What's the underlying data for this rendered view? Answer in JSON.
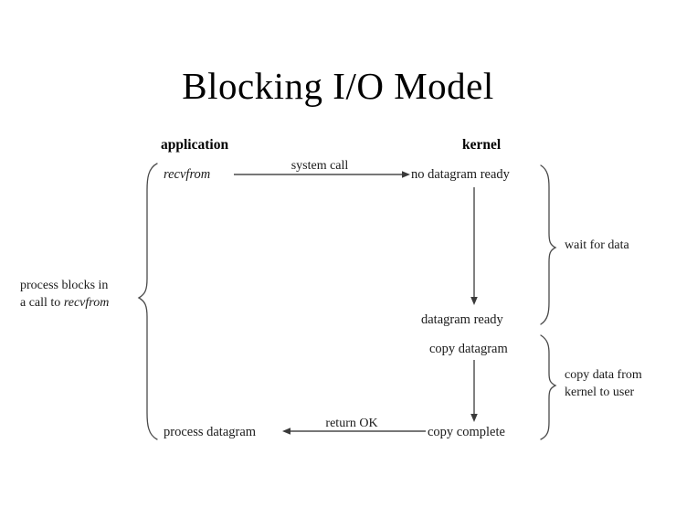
{
  "page": {
    "title": "Blocking I/O Model",
    "background_color": "#ffffff",
    "ink_color": "#1a1a1a",
    "line_color": "#4a4a4a"
  },
  "columns": {
    "left_header": "application",
    "right_header": "kernel"
  },
  "nodes": {
    "recvfrom": "recvfrom",
    "no_datagram_ready": "no datagram ready",
    "datagram_ready": "datagram ready",
    "copy_datagram": "copy datagram",
    "copy_complete": "copy complete",
    "process_datagram": "process datagram"
  },
  "edges": {
    "system_call": "system call",
    "return_ok": "return OK"
  },
  "annotations": {
    "wait_for_data": "wait for data",
    "copy_data_line1": "copy data from",
    "copy_data_line2": "kernel to user",
    "process_blocks_line1": "process blocks in",
    "process_blocks_line2_prefix": "a call to ",
    "process_blocks_line2_italic": "recvfrom"
  },
  "diagram": {
    "type": "sequence-diagram",
    "description": "Blocking I/O model: application issues recvfrom system call to kernel; kernel has no datagram ready and the process blocks while waiting for data; once the datagram is ready the kernel copies the datagram to user space; on copy complete it returns OK and the application processes the datagram.",
    "lanes": [
      "application",
      "kernel"
    ],
    "steps": [
      {
        "from": "application",
        "to": "kernel",
        "label": "system call",
        "source_node": "recvfrom",
        "target_node": "no datagram ready",
        "direction": "right"
      },
      {
        "from": "kernel",
        "to": "kernel",
        "label": "",
        "source_node": "no datagram ready",
        "target_node": "datagram ready",
        "direction": "down",
        "phase": "wait for data"
      },
      {
        "from": "kernel",
        "to": "kernel",
        "label": "",
        "source_node": "copy datagram",
        "target_node": "copy complete",
        "direction": "down",
        "phase": "copy data from kernel to user"
      },
      {
        "from": "kernel",
        "to": "application",
        "label": "return OK",
        "source_node": "copy complete",
        "target_node": "process datagram",
        "direction": "left"
      }
    ],
    "braces": [
      {
        "side": "left",
        "label": "process blocks in a call to recvfrom",
        "spans": [
          "recvfrom",
          "process datagram"
        ]
      },
      {
        "side": "right",
        "label": "wait for data",
        "spans": [
          "no datagram ready",
          "datagram ready"
        ]
      },
      {
        "side": "right",
        "label": "copy data from kernel to user",
        "spans": [
          "copy datagram",
          "copy complete"
        ]
      }
    ]
  }
}
